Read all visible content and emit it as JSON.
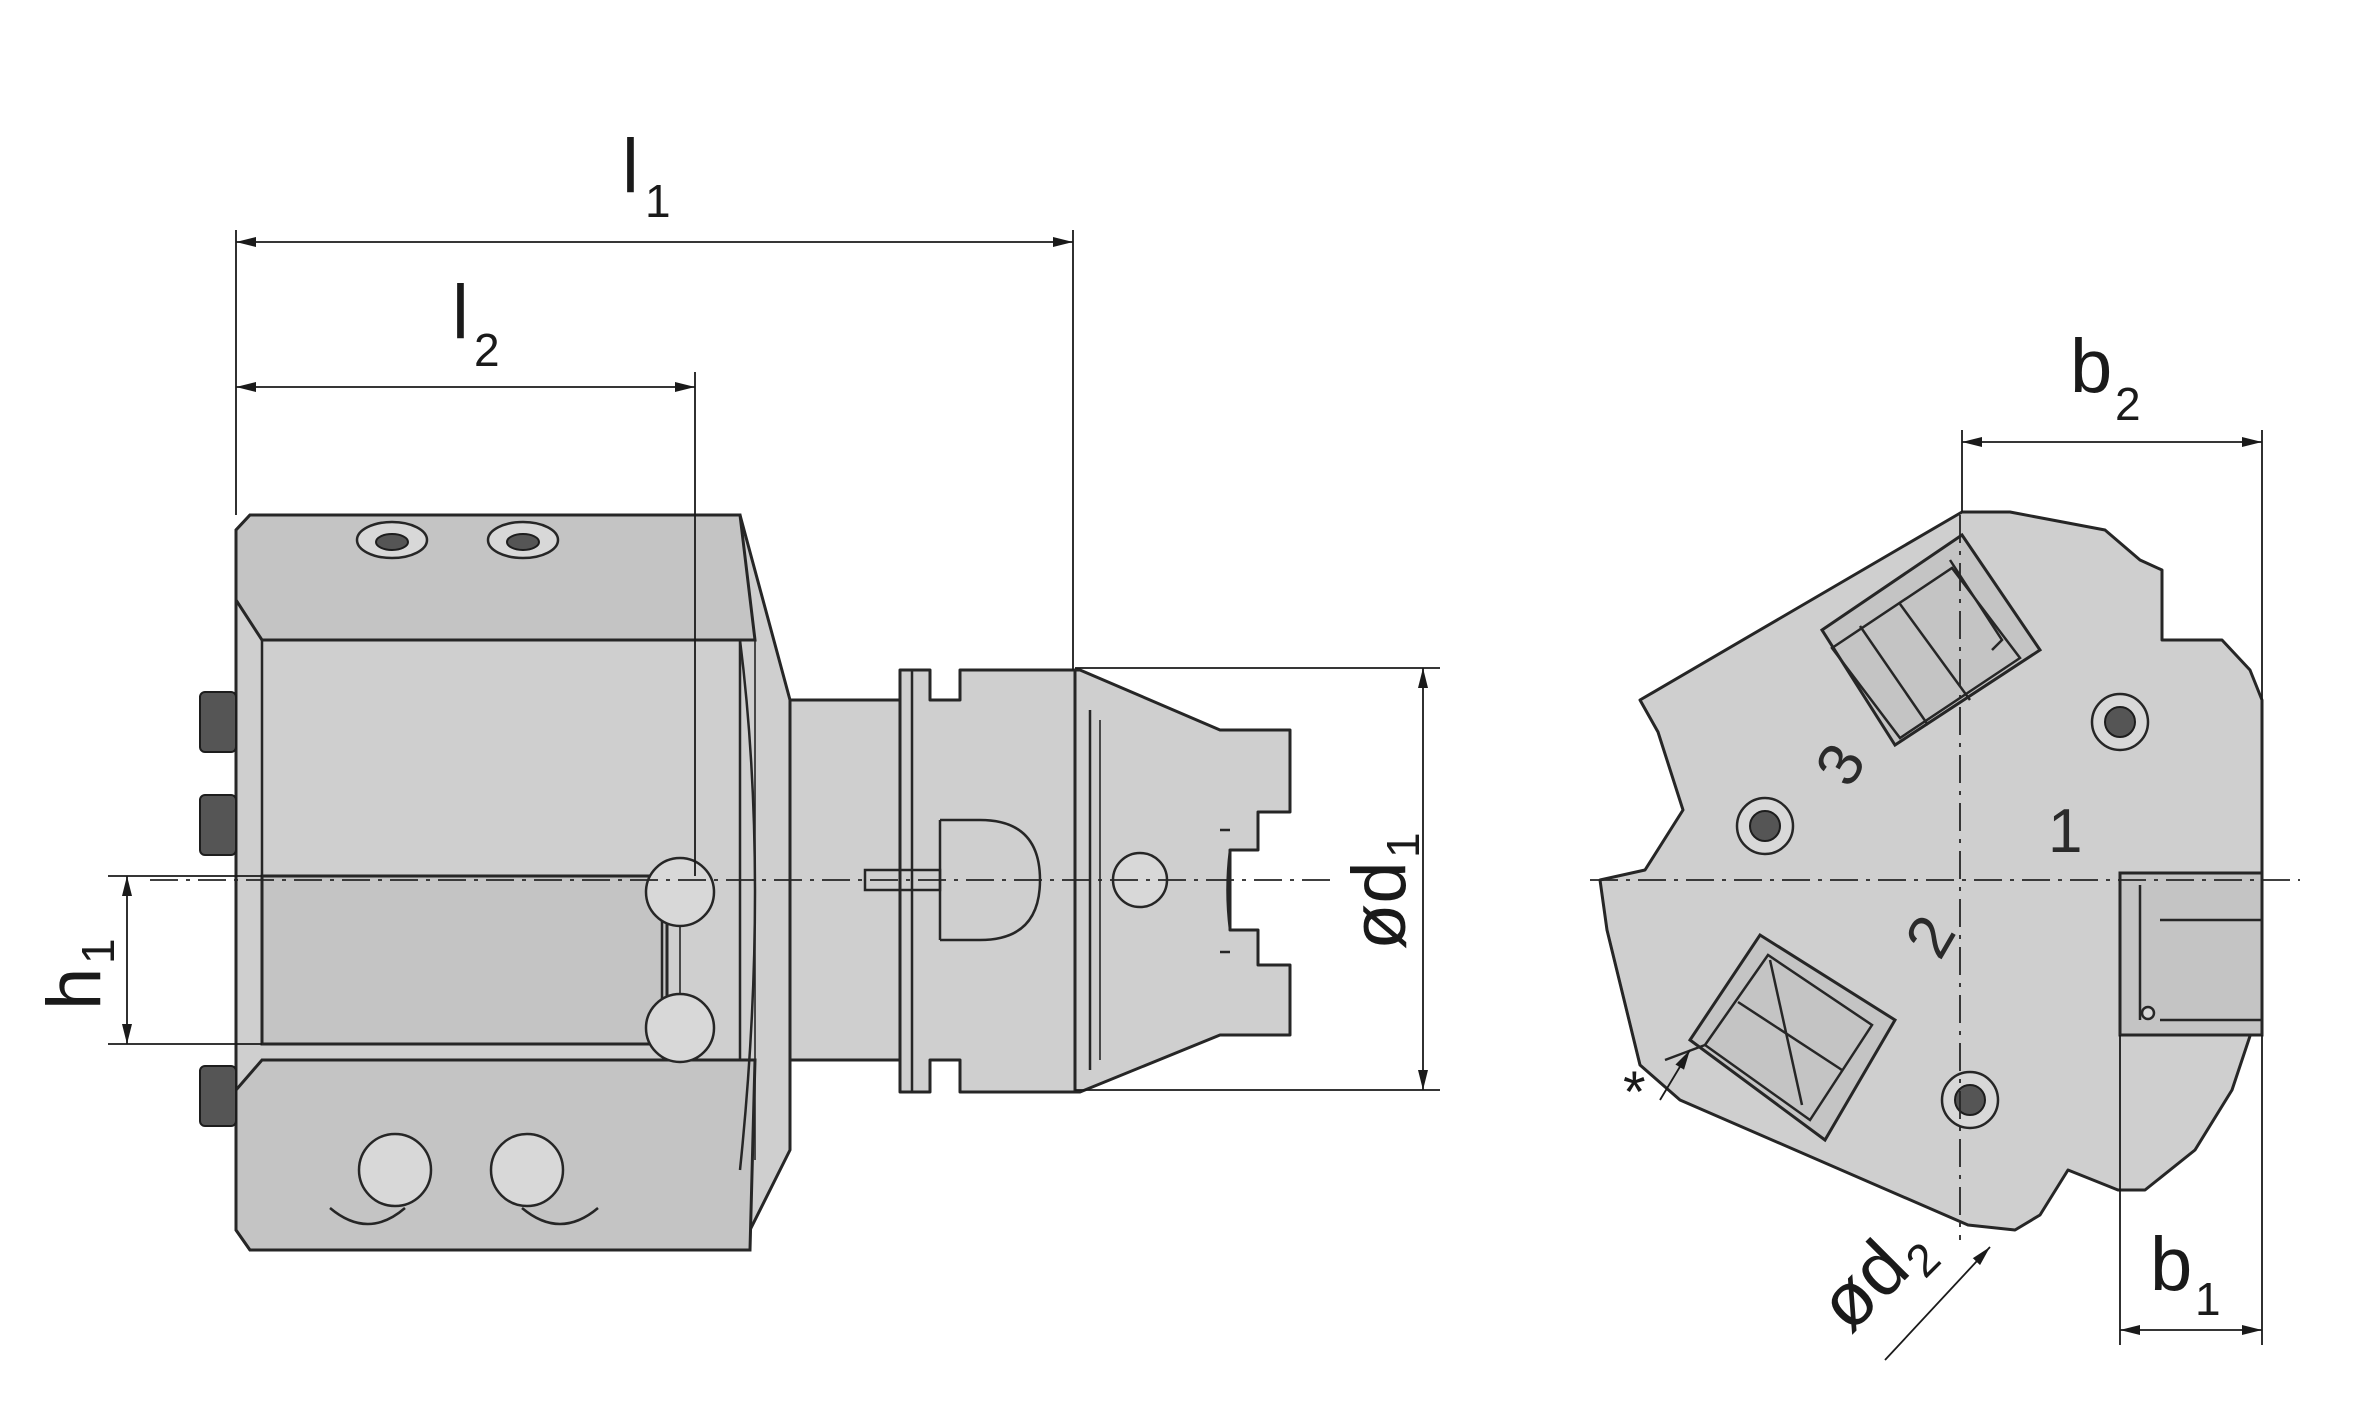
{
  "labels": {
    "l1": {
      "main": "l",
      "sub": "1"
    },
    "l2": {
      "main": "l",
      "sub": "2"
    },
    "h1": {
      "main": "h",
      "sub": "1"
    },
    "d1": {
      "main": "ød",
      "sub": "1"
    },
    "b2": {
      "main": "b",
      "sub": "2"
    },
    "b1": {
      "main": "b",
      "sub": "1"
    },
    "d2": {
      "main": "ød",
      "sub": "2"
    },
    "star": "*"
  },
  "station_marks": {
    "s1": "1",
    "s2": "2",
    "s3": "3"
  },
  "colors": {
    "body": "#cfcfcf",
    "outline": "#262626",
    "background": "#ffffff"
  }
}
